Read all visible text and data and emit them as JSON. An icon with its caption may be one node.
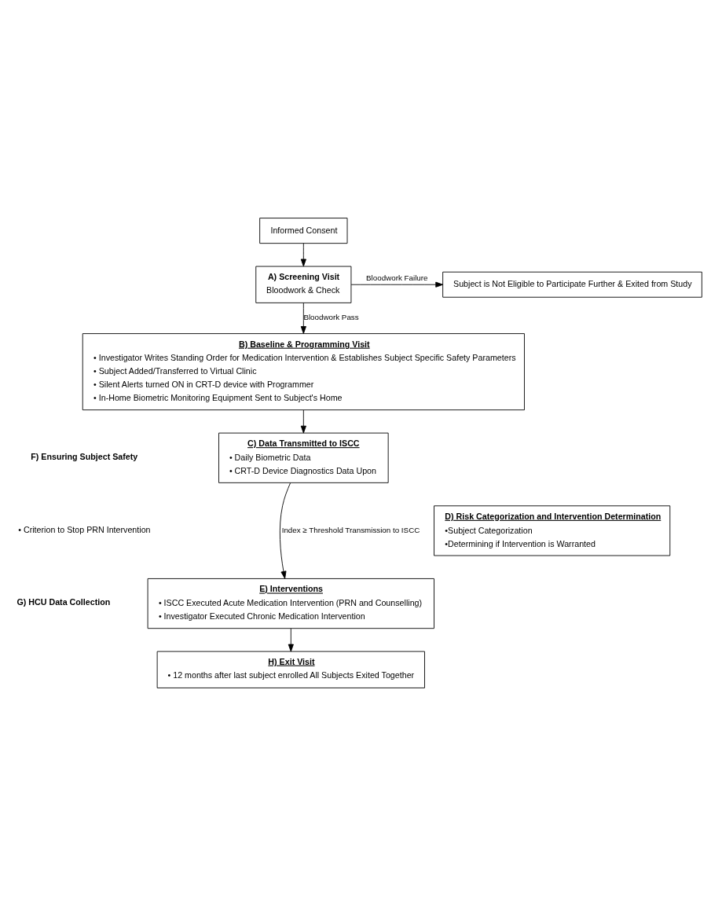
{
  "diagram": {
    "nodes": [
      {
        "text": [
          "Informed Consent"
        ]
      },
      {
        "text": [
          "A) Screening Visit",
          "Bloodwork & Check"
        ]
      },
      {
        "text": [
          "Subject is Not Eligible to Participate Further & Exited from Study"
        ]
      },
      {
        "text": [
          "B) Baseline & Programming Visit",
          "• Investigator Writes Standing Order for Medication Intervention & Establishes Subject Specific Safety Parameters",
          "• Subject Added/Transferred to Virtual Clinic",
          "• Silent Alerts turned ON in CRT-D device with Programmer",
          "• In-Home Biometric Monitoring Equipment Sent to Subject's Home"
        ]
      },
      {
        "text": [
          "C) Data Transmitted to ISCC",
          "• Daily Biometric Data",
          "• CRT-D Device Diagnostics Data Upon"
        ]
      },
      {
        "text": [
          "D) Risk Categorization and Intervention Determination",
          "•Subject Categorization",
          "•Determining if Intervention is Warranted"
        ]
      },
      {
        "text": [
          "E) Interventions",
          "• ISCC Executed Acute Medication Intervention (PRN and Counselling)",
          "• Investigator Executed Chronic Medication Intervention"
        ]
      },
      {
        "text": [
          "H) Exit Visit",
          "• 12 months after last subject enrolled All Subjects Exited Together"
        ]
      }
    ],
    "edges": [
      {
        "from": 0,
        "to": 1,
        "arrow": "to"
      },
      {
        "from": 1,
        "to": 2,
        "arrow": "to",
        "label": "Bloodwork Failure"
      },
      {
        "from": 1,
        "to": 3,
        "arrow": "to",
        "label": "Bloodwork Pass"
      },
      {
        "from": 3,
        "to": 4,
        "arrow": "to"
      },
      {
        "from": 4,
        "to": 6,
        "arrow": "to",
        "label": "Index ≥ Threshold Transmission to ISCC"
      },
      {
        "from": 6,
        "to": 7,
        "arrow": "to"
      }
    ],
    "labels": [
      "F) Ensuring Subject Safety",
      "• Criterion to Stop PRN Intervention",
      "G) HCU Data Collection"
    ]
  }
}
